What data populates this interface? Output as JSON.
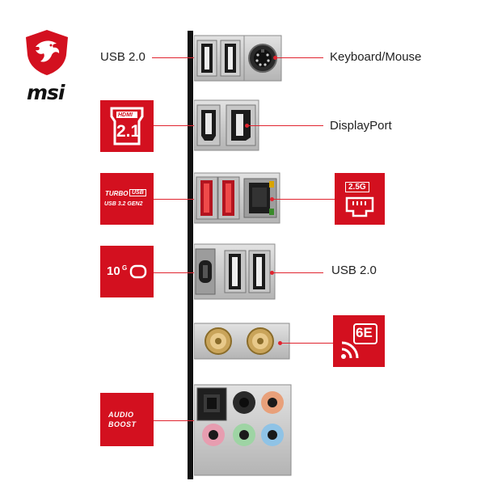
{
  "brand": {
    "name": "msi",
    "logo_icon": "dragon-shield-icon",
    "accent_color": "#d3101f"
  },
  "labels": {
    "usb_top": "USB 2.0",
    "keyboard_mouse": "Keyboard/Mouse",
    "displayport": "DisplayPort",
    "usb_mid": "USB 2.0"
  },
  "badges": {
    "hdmi": {
      "brand": "HDMI",
      "version": "2.1"
    },
    "turbo_usb": {
      "line1": "TURBO",
      "line2": "USB",
      "line3": "USB 3.2 GEN2"
    },
    "lan": {
      "speed": "2.5G"
    },
    "usb_c": {
      "speed": "10",
      "unit": "G"
    },
    "wifi": {
      "version": "6E"
    },
    "audio": {
      "line1": "AUDIO",
      "line2": "BOOST"
    }
  }
}
